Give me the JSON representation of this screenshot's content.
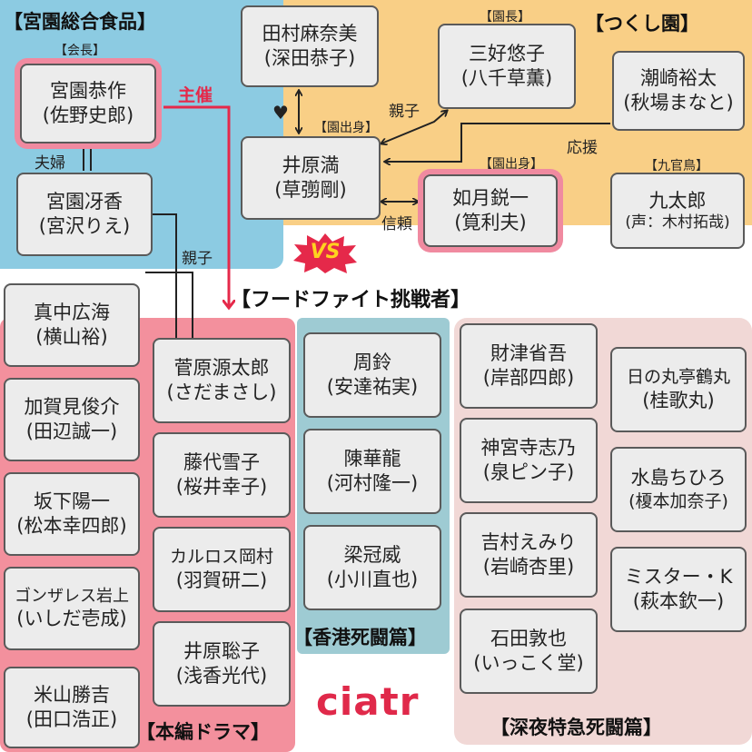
{
  "groups": {
    "miyazono": "【宮園総合食品】",
    "tsukushi": "【つくし園】",
    "challenger": "【フードファイト挑戦者】",
    "honpen": "【本編ドラマ】",
    "hongkong": "【香港死闘篇】",
    "shinya": "【深夜特急死闘篇】"
  },
  "roles": {
    "kaicho": "【会長】",
    "encho": "【園長】",
    "ensyusshin1": "【園出身】",
    "ensyusshin2": "【園出身】",
    "kyukanchou": "【九官鳥】"
  },
  "relations": {
    "shusai": "主催",
    "fuufu": "夫婦",
    "oyako_left": "親子",
    "oyako_top": "親子",
    "ouen": "応援",
    "shinrai": "信頼",
    "heart": "♥",
    "vs": "VS"
  },
  "characters": {
    "miyazono_kyosaku": {
      "name": "宮園恭作",
      "actor": "(佐野史郎)"
    },
    "miyazono_saeka": {
      "name": "宮園冴香",
      "actor": "(宮沢りえ)"
    },
    "tamura_manami": {
      "name": "田村麻奈美",
      "actor": "(深田恭子)"
    },
    "miyoshi_yuko": {
      "name": "三好悠子",
      "actor": "(八千草薫)"
    },
    "shiozaki_yuta": {
      "name": "潮崎裕太",
      "actor": "(秋場まなと)"
    },
    "ihara_mitsuru": {
      "name": "井原満",
      "actor": "(草彅剛)"
    },
    "kisaragi_eiichi": {
      "name": "如月鋭一",
      "actor": "(筧利夫)"
    },
    "kyutaro": {
      "name": "九太郎",
      "actor": "(声：木村拓哉)"
    },
    "manaka_hiromi": {
      "name": "真中広海",
      "actor": "(横山裕)"
    },
    "kagami_shunsuke": {
      "name": "加賀見俊介",
      "actor": "(田辺誠一)"
    },
    "sakashita_yoichi": {
      "name": "坂下陽一",
      "actor": "(松本幸四郎)"
    },
    "gonzales_iwagami": {
      "name": "ゴンザレス岩上",
      "actor": "(いしだ壱成)"
    },
    "yoneyama_katsuyoshi": {
      "name": "米山勝吉",
      "actor": "(田口浩正)"
    },
    "sugahara_gentaro": {
      "name": "菅原源太郎",
      "actor": "(さだまさし)"
    },
    "fujishiro_yukiko": {
      "name": "藤代雪子",
      "actor": "(桜井幸子)"
    },
    "carlos_okamura": {
      "name": "カルロス岡村",
      "actor": "(羽賀研二)"
    },
    "ihara_satoko": {
      "name": "井原聡子",
      "actor": "(浅香光代)"
    },
    "shu_rin": {
      "name": "周鈴",
      "actor": "(安達祐実)"
    },
    "chin_karyu": {
      "name": "陳華龍",
      "actor": "(河村隆一)"
    },
    "ryo_kani": {
      "name": "梁冠威",
      "actor": "(小川直也)"
    },
    "zaitsu_shogo": {
      "name": "財津省吾",
      "actor": "(岸部四郎)"
    },
    "jinguji_shino": {
      "name": "神宮寺志乃",
      "actor": "(泉ピン子)"
    },
    "yoshimura_emiri": {
      "name": "吉村えみり",
      "actor": "(岩崎杏里)"
    },
    "ishida_atsuya": {
      "name": "石田敦也",
      "actor": "(いっこく堂)"
    },
    "hinomarutei_tsurumaru": {
      "name": "日の丸亭鶴丸",
      "actor": "(桂歌丸)"
    },
    "mizushima_chihiro": {
      "name": "水島ちひろ",
      "actor": "(榎本加奈子)"
    },
    "mister_k": {
      "name": "ミスター・K",
      "actor": "(萩本欽一)"
    }
  },
  "logo": "ciatr",
  "colors": {
    "miyazono_bg": "#8ccbe2",
    "tsukushi_bg": "#f9cf86",
    "honpen_bg": "#f3909d",
    "hongkong_bg": "#9ecbd3",
    "shinya_bg": "#f1d8d6",
    "accent_red": "#e5294a",
    "ring_pink": "#f08aa0",
    "logo_red": "#e0294a",
    "vs_yellow": "#ffd21f"
  }
}
